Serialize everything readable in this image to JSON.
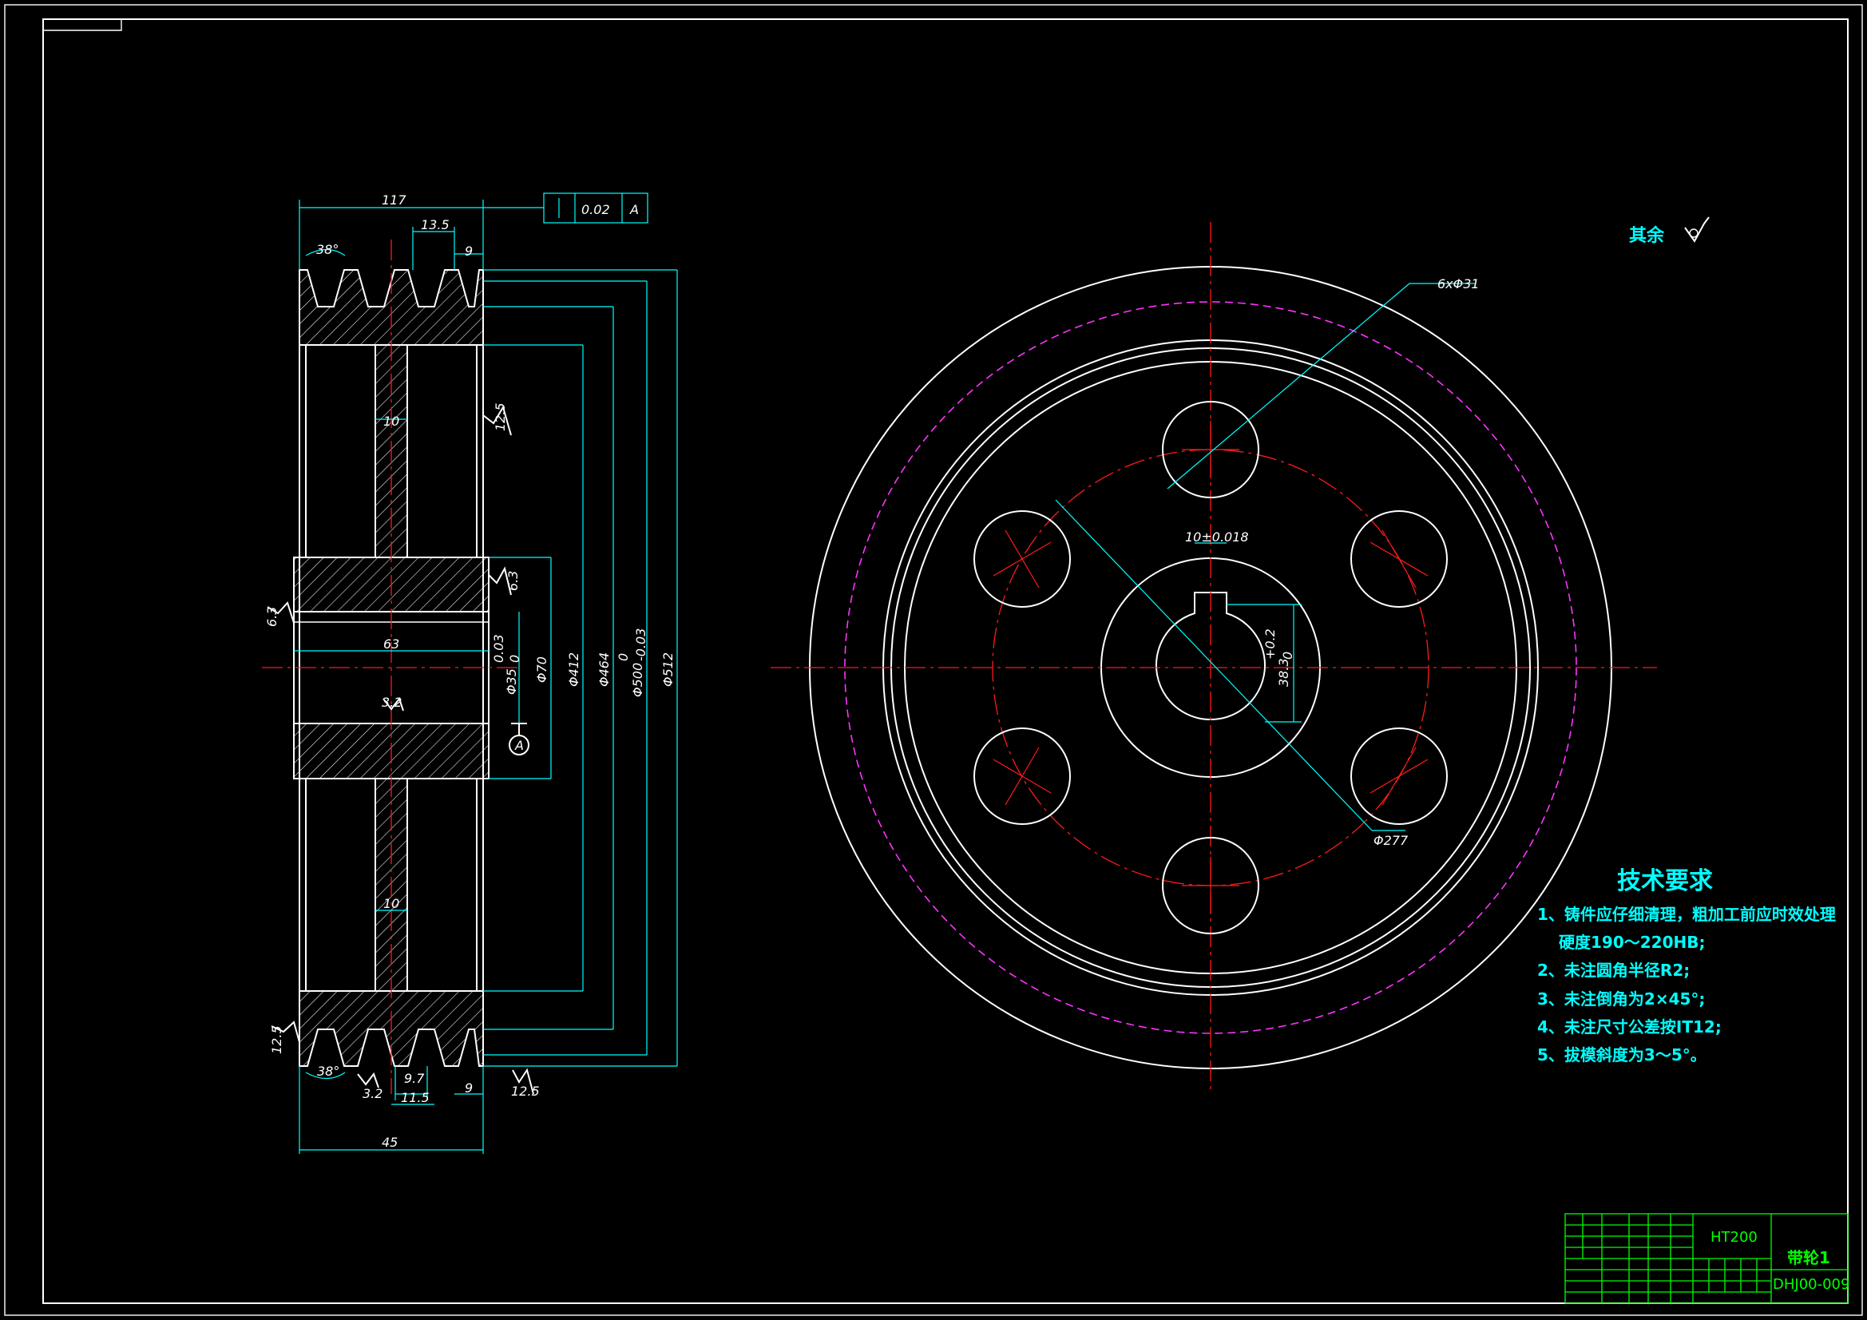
{
  "roughness": {
    "rest_label": "其余"
  },
  "dimensions": {
    "width_total": "117",
    "groove_pitch": "13.5",
    "groove_edge_top": "9",
    "groove_angle_top": "38°",
    "web_thickness_top": "10",
    "web_thickness_bottom": "10",
    "hub_length": "63",
    "bore": "Φ35",
    "bore_tol_upper": "0.03",
    "bore_tol_lower": "0",
    "hub_dia": "Φ70",
    "d412": "Φ412",
    "d464": "Φ464",
    "d500": "Φ500",
    "d500_tol_upper": "0",
    "d500_tol_lower": "-0.03",
    "d512": "Φ512",
    "groove_angle_bottom": "38°",
    "groove_width_9_7": "9.7",
    "groove_pitch_bottom": "11.5",
    "groove_edge_bottom": "9",
    "width_bottom": "45",
    "rough_12_5_a": "12.5",
    "rough_6_3_a": "6.3",
    "rough_6_3_b": "6.3",
    "rough_3_2_a": "3.2",
    "rough_3_2_b": "3.2",
    "rough_12_5_b": "12.5",
    "rough_12_5_c": "12.5",
    "holes": "6xΦ31",
    "keyway_width": "10±0.018",
    "keyway_depth": "38.3",
    "keyway_depth_tol_upper": "+0.2",
    "keyway_depth_tol_lower": "0",
    "pitch_circle": "Φ277",
    "datum": "A",
    "tolerance_value": "0.02",
    "tolerance_datum": "A"
  },
  "tech_requirements": {
    "title": "技术要求",
    "items": [
      "1、铸件应仔细清理，粗加工前应时效处理",
      "硬度190～220HB;",
      "2、未注圆角半径R2;",
      "3、未注倒角为2×45°;",
      "4、未注尺寸公差按IT12;",
      "5、拔模斜度为3～5°。"
    ]
  },
  "title_block": {
    "material": "HT200",
    "part_name": "带轮1",
    "drawing_no": "DHJ00-009"
  }
}
